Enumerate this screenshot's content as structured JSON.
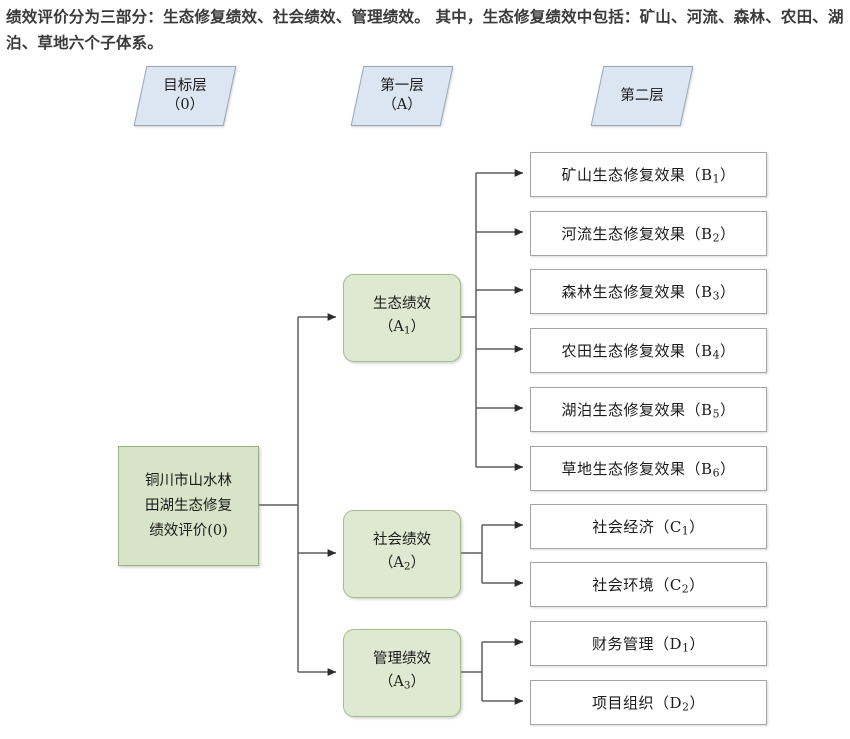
{
  "intro": {
    "text": "绩效评价分为三部分：生态修复绩效、社会绩效、管理绩效。 其中，生态修复绩效中包括：矿山、河流、森林、农田、湖泊、草地六个子体系。"
  },
  "colors": {
    "phase_fill": "#dce6f2",
    "phase_border": "#9aa7b4",
    "root_fill": "#d7e4c8",
    "root_border": "#9ab07f",
    "anode_fill": "#dfe9d2",
    "anode_border": "#a6ba8c",
    "leaf_fill": "#ffffff",
    "leaf_border": "#a5a5a5",
    "connector": "#595959"
  },
  "phase_labels": [
    {
      "line1": "目标层",
      "line2": "（0）"
    },
    {
      "line1": "第一层",
      "line2": "（A）"
    },
    {
      "line1": "第二层",
      "line2": ""
    }
  ],
  "root": {
    "line1": "铜川市山水林",
    "line2": "田湖生态修复",
    "line3": "绩效评价(0)"
  },
  "level_a": [
    {
      "name": "生态绩效",
      "code_pre": "（A",
      "code_sub": "1",
      "code_post": "）"
    },
    {
      "name": "社会绩效",
      "code_pre": "（A",
      "code_sub": "2",
      "code_post": "）"
    },
    {
      "name": "管理绩效",
      "code_pre": "（A",
      "code_sub": "3",
      "code_post": "）"
    }
  ],
  "level_b": [
    {
      "name": "矿山生态修复效果",
      "code_pre": "（B",
      "code_sub": "1",
      "code_post": "）"
    },
    {
      "name": "河流生态修复效果",
      "code_pre": "（B",
      "code_sub": "2",
      "code_post": "）"
    },
    {
      "name": "森林生态修复效果",
      "code_pre": "（B",
      "code_sub": "3",
      "code_post": "）"
    },
    {
      "name": "农田生态修复效果",
      "code_pre": "（B",
      "code_sub": "4",
      "code_post": "）"
    },
    {
      "name": "湖泊生态修复效果",
      "code_pre": "（B",
      "code_sub": "5",
      "code_post": "）"
    },
    {
      "name": "草地生态修复效果",
      "code_pre": "（B",
      "code_sub": "6",
      "code_post": "）"
    }
  ],
  "level_c": [
    {
      "name": "社会经济",
      "code_pre": "（C",
      "code_sub": "1",
      "code_post": "）"
    },
    {
      "name": "社会环境",
      "code_pre": "（C",
      "code_sub": "2",
      "code_post": "）"
    }
  ],
  "level_d": [
    {
      "name": "财务管理",
      "code_pre": "（D",
      "code_sub": "1",
      "code_post": "）"
    },
    {
      "name": "项目组织",
      "code_pre": "（D",
      "code_sub": "2",
      "code_post": "）"
    }
  ]
}
